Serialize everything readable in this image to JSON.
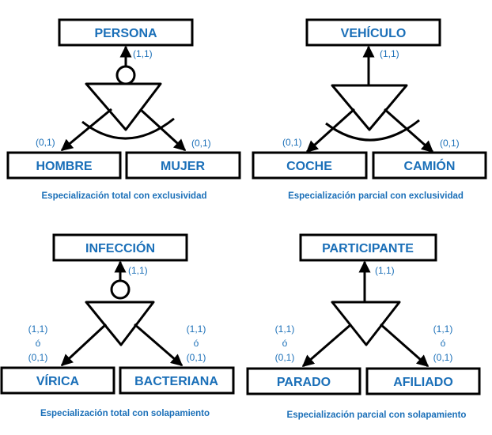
{
  "colors": {
    "text": "#1a6fb8",
    "line": "#000000",
    "background": "#ffffff"
  },
  "diagrams": [
    {
      "supertype": "PERSONA",
      "supertype_cardinality": "(1,1)",
      "subtypes": [
        "HOMBRE",
        "MUJER"
      ],
      "left_cardinality": "(0,1)",
      "right_cardinality": "(0,1)",
      "caption": "Especialización total con exclusividad"
    },
    {
      "supertype": "VEHÍCULO",
      "supertype_cardinality": "(1,1)",
      "subtypes": [
        "COCHE",
        "CAMIÓN"
      ],
      "left_cardinality": "(0,1)",
      "right_cardinality": "(0,1)",
      "caption": "Especialización parcial con exclusividad"
    },
    {
      "supertype": "INFECCIÓN",
      "supertype_cardinality": "(1,1)",
      "subtypes": [
        "VÍRICA",
        "BACTERIANA"
      ],
      "left_cardinality": [
        "(1,1)",
        "ó",
        "(0,1)"
      ],
      "right_cardinality": [
        "(1,1)",
        "ó",
        "(0,1)"
      ],
      "caption": "Especialización total con solapamiento"
    },
    {
      "supertype": "PARTICIPANTE",
      "supertype_cardinality": "(1,1)",
      "subtypes": [
        "PARADO",
        "AFILIADO"
      ],
      "left_cardinality": [
        "(1,1)",
        "ó",
        "(0,1)"
      ],
      "right_cardinality": [
        "(1,1)",
        "ó",
        "(0,1)"
      ],
      "caption": "Especialización parcial con solapamiento"
    }
  ]
}
